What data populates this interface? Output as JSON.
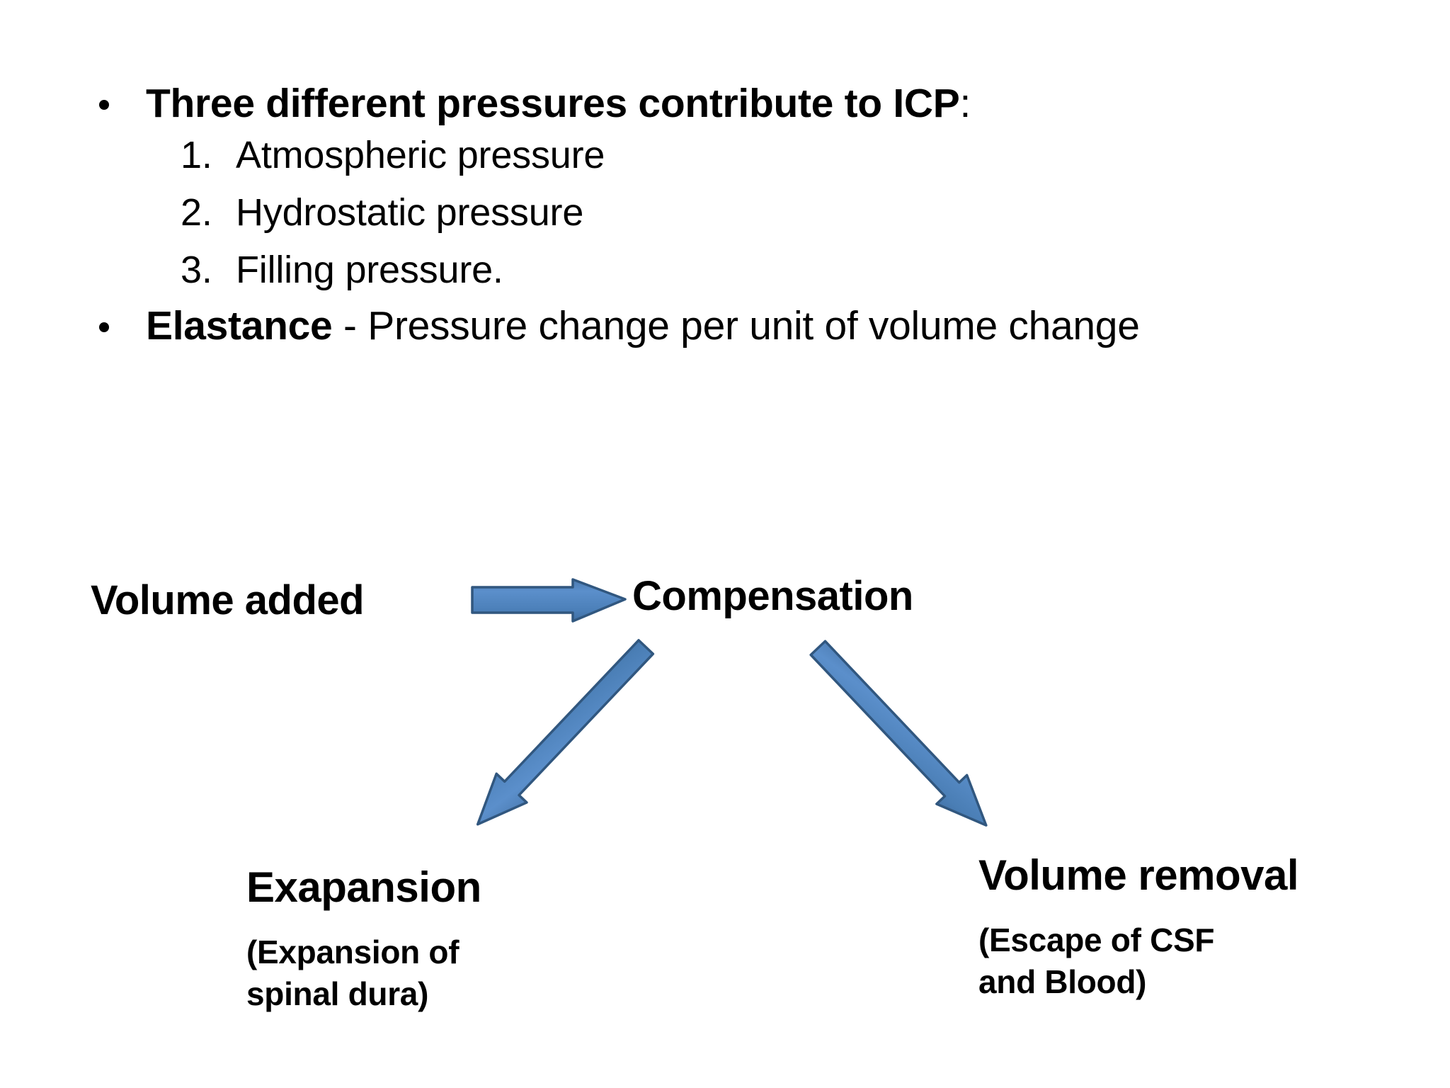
{
  "slide": {
    "background_color": "#ffffff",
    "text_color": "#000000"
  },
  "bullets": {
    "first": {
      "marker": "•",
      "strong": "Three different pressures contribute to ICP",
      "rest": ":"
    },
    "numbered": [
      {
        "marker": "1.",
        "label": "Atmospheric pressure"
      },
      {
        "marker": "2.",
        "label": "Hydrostatic pressure"
      },
      {
        "marker": "3.",
        "label": "Filling pressure."
      }
    ],
    "second": {
      "marker": "•",
      "strong": "Elastance",
      "rest": " - Pressure change per unit of volume change"
    }
  },
  "diagram": {
    "arrow_fill": "#4F81BD",
    "arrow_fill_light": "#5B8FCB",
    "arrow_stroke": "#31577F",
    "nodes": {
      "volume_added": "Volume  added",
      "compensation": "Compensation",
      "expansion_title": "Exapansion",
      "expansion_line1": "(Expansion of",
      "expansion_line2": "spinal dura)",
      "removal_title": "Volume  removal",
      "removal_line1": "(Escape of CSF",
      "removal_line2": "and Blood)"
    },
    "arrows": {
      "horizontal": "arrow-right",
      "down_left": "arrow-down-left",
      "down_right": "arrow-down-right"
    }
  }
}
